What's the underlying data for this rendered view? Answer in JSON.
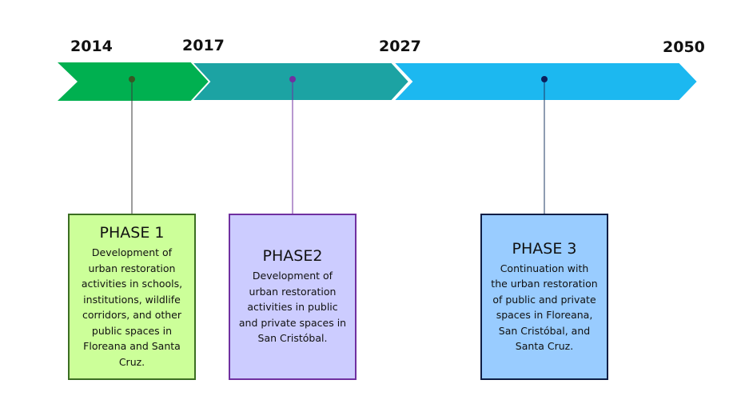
{
  "years": [
    "2014",
    "2017",
    "2027",
    "2050"
  ],
  "colors": {
    "phase1_arrow": "#00B050",
    "phase2_arrow": "#1CA3A3",
    "phase3_arrow": "#1CB8F0",
    "phase1_box": "#CCFF99",
    "phase2_box": "#CCCCFF",
    "phase3_box": "#99CCFF"
  },
  "phases": [
    {
      "title": "PHASE 1",
      "lines": [
        "Development of",
        "urban restoration",
        "activities in schools,",
        "institutions, wildlife",
        "corridors, and other",
        "public spaces in",
        "Floreana and Santa",
        "Cruz."
      ]
    },
    {
      "title": "PHASE2",
      "lines": [
        "Development of",
        "urban restoration",
        "activities in public",
        "and private spaces in",
        "San Cristóbal."
      ]
    },
    {
      "title": "PHASE 3",
      "lines": [
        "Continuation with",
        "the urban restoration",
        "of public and private",
        "spaces in Floreana,",
        "San Cristóbal, and",
        "Santa Cruz."
      ]
    }
  ]
}
